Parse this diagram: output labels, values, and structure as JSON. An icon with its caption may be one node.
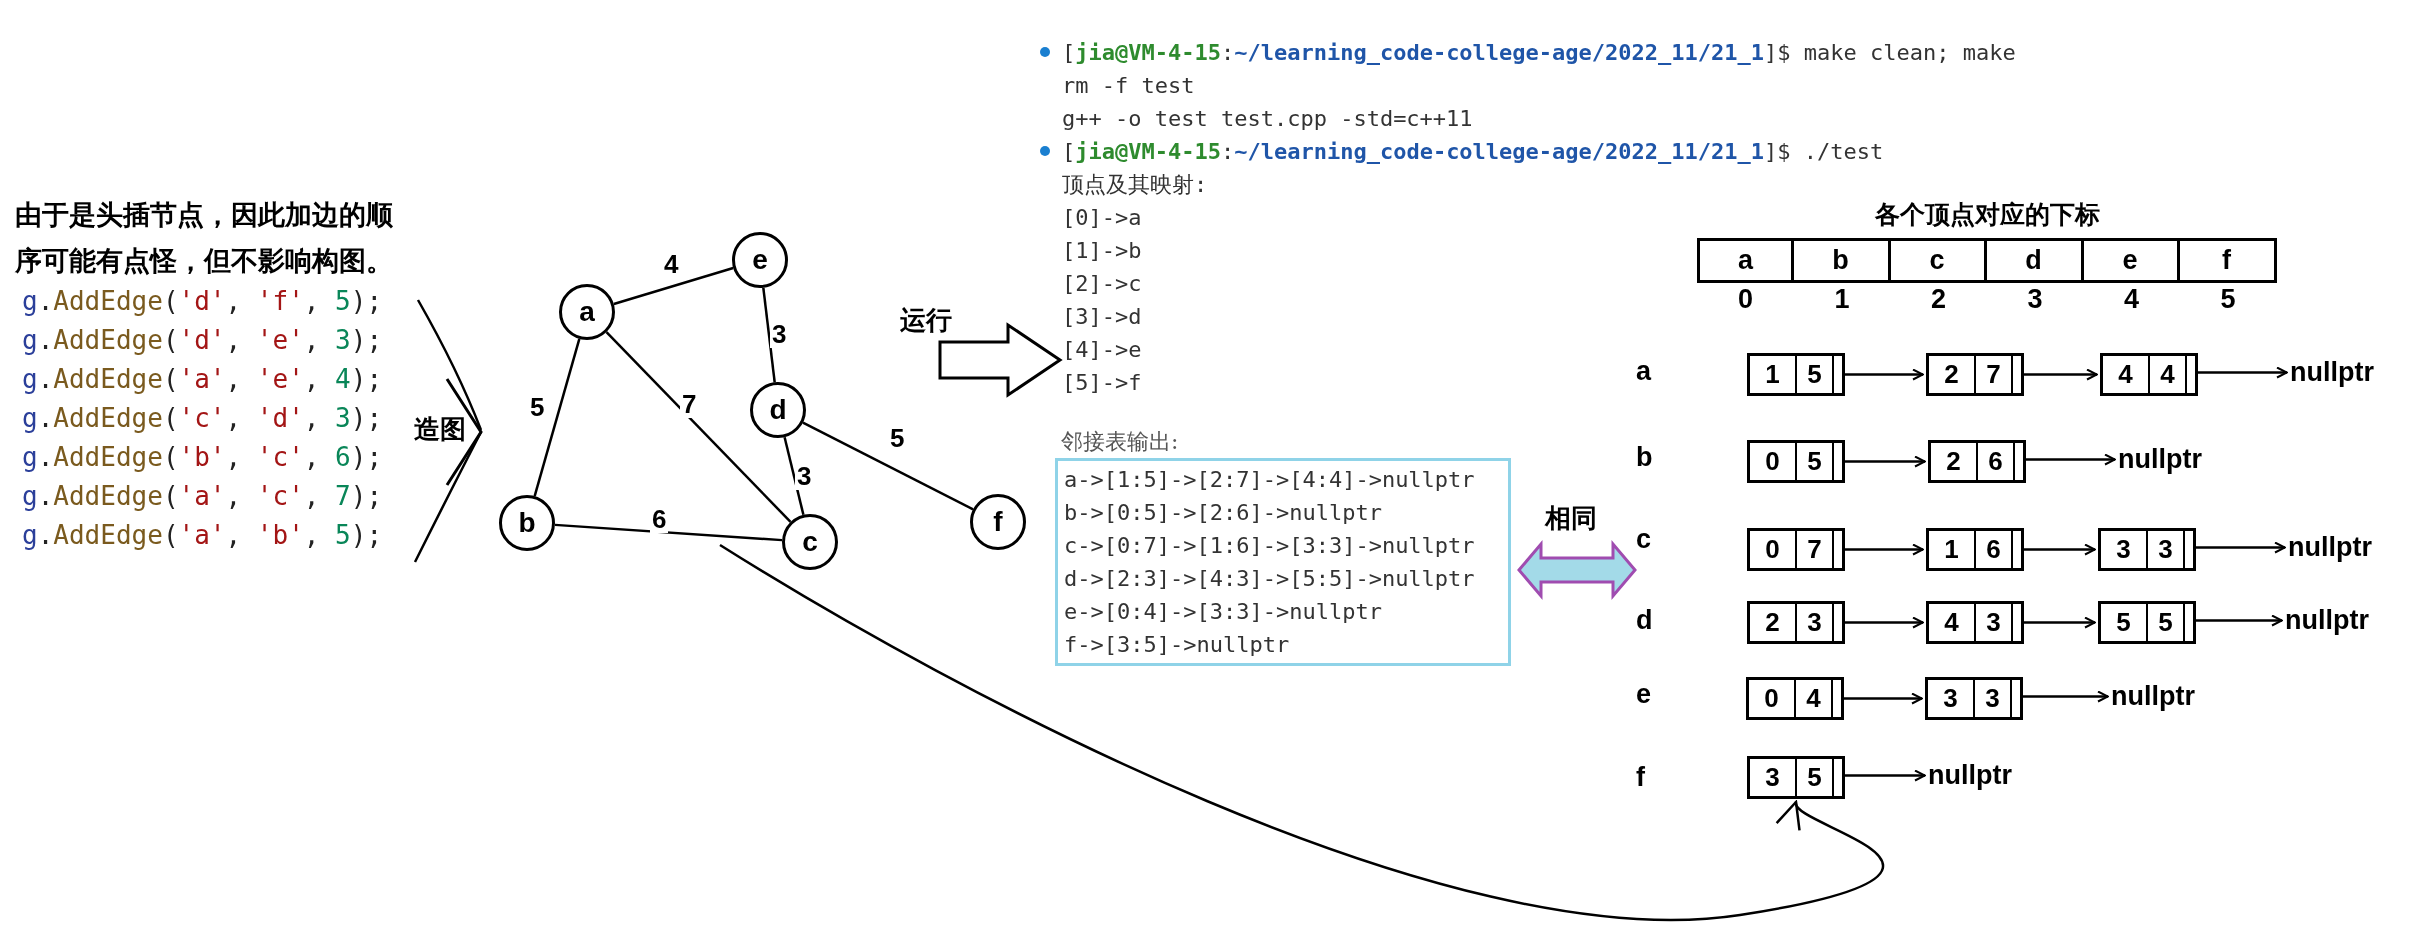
{
  "diagram": {
    "nodes": [
      {
        "text": [
          "g.AddEdge('d', 'f', 5);",
          "g.AddEdge('d', 'e', 3);",
          "g.AddEdge('a', 'e', 4);",
          "g.AddEdge('c', 'd', 3);",
          "g.AddEdge('b', 'c', 6);",
          "g.AddEdge('a', 'c', 7);",
          "g.AddEdge('a', 'b', 5);"
        ]
      },
      {
        "text": [
          "a"
        ]
      },
      {
        "text": [
          "b"
        ]
      },
      {
        "text": [
          "c"
        ]
      },
      {
        "text": [
          "d"
        ]
      },
      {
        "text": [
          "e"
        ]
      },
      {
        "text": [
          "f"
        ]
      },
      {
        "text": [
          "[**jia@VM-4-15**:**~/learning_code-college-age/2022_11/21_1**]$ make clean; make",
          "rm -f test",
          "g++ -o test test.cpp -std=c++11",
          "[**jia@VM-4-15**:**~/learning_code-college-age/2022_11/21_1**]$ ./test"
        ]
      },
      {
        "text": [
          "顶点及其映射:",
          "[0]->a",
          "[1]->b",
          "[2]->c",
          "[3]->d",
          "[4]->e",
          "[5]->f"
        ]
      },
      {
        "text": [
          "邻接表输出:",
          "a->[1:5]->[2:7]->[4:4]->nullptr",
          "b->[0:5]->[2:6]->nullptr",
          "c->[0:7]->[1:6]->[3:3]->nullptr",
          "d->[2:3]->[4:3]->[5:5]->nullptr",
          "e->[0:4]->[3:3]->nullptr",
          "f->[3:5]->nullptr"
        ]
      },
      {
        "text": [
          "1",
          "5"
        ]
      },
      {
        "text": [
          "2",
          "7"
        ]
      },
      {
        "text": [
          "4",
          "4"
        ]
      },
      {
        "text": [
          "nullptr"
        ]
      },
      {
        "text": [
          "0",
          "5"
        ]
      },
      {
        "text": [
          "2",
          "6"
        ]
      },
      {
        "text": [
          "nullptr"
        ]
      },
      {
        "text": [
          "0",
          "7"
        ]
      },
      {
        "text": [
          "1",
          "6"
        ]
      },
      {
        "text": [
          "3",
          "3"
        ]
      },
      {
        "text": [
          "nullptr"
        ]
      },
      {
        "text": [
          "2",
          "3"
        ]
      },
      {
        "text": [
          "4",
          "3"
        ]
      },
      {
        "text": [
          "5",
          "5"
        ]
      },
      {
        "text": [
          "nullptr"
        ]
      },
      {
        "text": [
          "0",
          "4"
        ]
      },
      {
        "text": [
          "3",
          "3"
        ]
      },
      {
        "text": [
          "nullptr"
        ]
      },
      {
        "text": [
          "3",
          "5"
        ]
      },
      {
        "text": [
          "nullptr"
        ]
      }
    ],
    "edges": [
      {
        "from": 0,
        "to": null,
        "arrow": "to",
        "label": "造图"
      },
      {
        "from": 1,
        "to": 5,
        "arrow": "none",
        "label": "4"
      },
      {
        "from": 5,
        "to": 4,
        "arrow": "none",
        "label": "3"
      },
      {
        "from": 1,
        "to": 2,
        "arrow": "none",
        "label": "5"
      },
      {
        "from": 1,
        "to": 3,
        "arrow": "none",
        "label": "7"
      },
      {
        "from": 4,
        "to": 3,
        "arrow": "none",
        "label": "3"
      },
      {
        "from": 4,
        "to": 6,
        "arrow": "none",
        "label": "5"
      },
      {
        "from": 2,
        "to": 3,
        "arrow": "none",
        "label": "6"
      },
      {
        "from": null,
        "to": 8,
        "arrow": "to",
        "label": "运行"
      },
      {
        "from": 9,
        "to": null,
        "arrow": "both",
        "label": "相同"
      },
      {
        "from": null,
        "to": 28,
        "arrow": "to"
      },
      {
        "from": 10,
        "to": 11,
        "arrow": "to"
      },
      {
        "from": 11,
        "to": 12,
        "arrow": "to"
      },
      {
        "from": 12,
        "to": 13,
        "arrow": "to"
      },
      {
        "from": 14,
        "to": 15,
        "arrow": "to"
      },
      {
        "from": 15,
        "to": 16,
        "arrow": "to"
      },
      {
        "from": 17,
        "to": 18,
        "arrow": "to"
      },
      {
        "from": 18,
        "to": 19,
        "arrow": "to"
      },
      {
        "from": 19,
        "to": 20,
        "arrow": "to"
      },
      {
        "from": 21,
        "to": 22,
        "arrow": "to"
      },
      {
        "from": 22,
        "to": 23,
        "arrow": "to"
      },
      {
        "from": 23,
        "to": 24,
        "arrow": "to"
      },
      {
        "from": 25,
        "to": 26,
        "arrow": "to"
      },
      {
        "from": 26,
        "to": 27,
        "arrow": "to"
      },
      {
        "from": 28,
        "to": 29,
        "arrow": "to"
      }
    ],
    "labels": [
      "由于是头插节点，因此加边的顺序可能有点怪，但不影响构图。",
      "各个顶点对应的下标",
      "a",
      "b",
      "c",
      "d",
      "e",
      "f",
      "0",
      "1",
      "2",
      "3",
      "4",
      "5",
      "a",
      "b",
      "c",
      "d",
      "e",
      "f"
    ]
  }
}
